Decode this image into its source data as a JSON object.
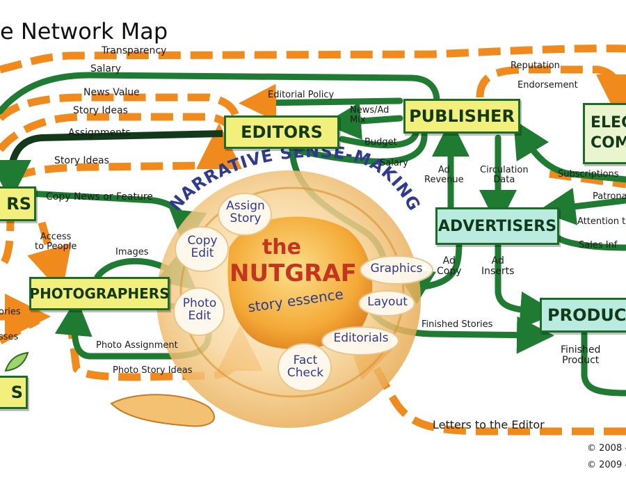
{
  "title": "e Network Map",
  "arc_title": "NARRATIVE SENSE-MAKING",
  "nutgraf": {
    "the": "the",
    "main": "NUTGRAF",
    "sub": "story essence"
  },
  "nodes": {
    "editors": "EDITORS",
    "publisher": "PUBLISHER",
    "advertisers": "ADVERTISERS",
    "photographers": "PHOTOGRAPHERS",
    "reporters": "RS",
    "production": "PRODUC",
    "election": "ELEC\nCOM",
    "bottom_left": "S"
  },
  "tasks": {
    "assign": "Assign\nStory",
    "copy": "Copy\nEdit",
    "photo": "Photo\nEdit",
    "graphics": "Graphics",
    "layout": "Layout",
    "editorials": "Editorials",
    "fact": "Fact\nCheck"
  },
  "flows": {
    "transparency": "Transparency",
    "salary_top": "Salary",
    "reputation": "Reputation",
    "endorsement": "Endorsement",
    "news_value": "News Value",
    "story_ideas_1": "Story Ideas",
    "editorial_policy": "Editorial Policy",
    "news_ad_mix": "News/Ad\nMix",
    "assignments": "Assignments",
    "story_ideas_2": "Story Ideas",
    "budget": "Budget",
    "salary_mid": "Salary",
    "ad_revenue": "Ad\nRevenue",
    "circulation": "Circulation\nData",
    "subscriptions": "Subscriptions",
    "copy_news": "Copy News or Feature",
    "patrona": "Patrona",
    "attention": "Attention to",
    "sales": "Sales Inf",
    "access": "Access\nto People",
    "images": "Images",
    "ad_copy": "Ad\nCopy",
    "ad_inserts": "Ad\nInserts",
    "stories_left": "ories",
    "sses_left": "sses",
    "photo_assignment": "Photo Assignment",
    "finished_stories": "Finished Stories",
    "finished_product": "Finished\nProduct",
    "photo_story_ideas": "Photo Story Ideas",
    "letters": "Letters to the Editor"
  },
  "copyright": [
    "© 2008 -",
    "© 2009 -"
  ],
  "colors": {
    "green": "#1f7a32",
    "orange": "#f08a1c",
    "yellow": "#f2ef7c",
    "cyan": "#b9ecdf",
    "blue": "#2f3a8f"
  }
}
